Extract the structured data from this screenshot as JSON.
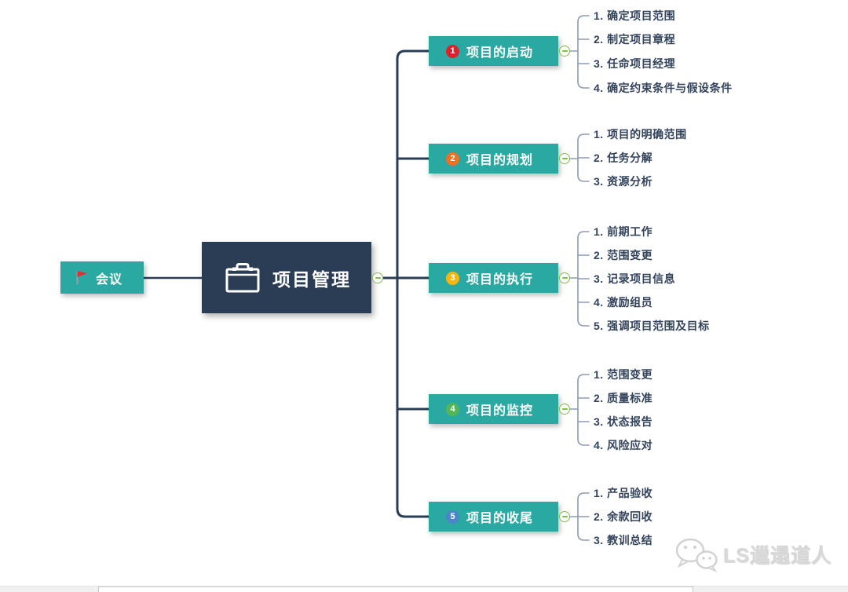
{
  "mindmap": {
    "meeting_node": {
      "label": "会议"
    },
    "root_node": {
      "label": "项目管理"
    },
    "branches": [
      {
        "number": "1",
        "label": "项目的启动",
        "badge_color": "#D9232E",
        "children": [
          "1. 确定项目范围",
          "2. 制定项目章程",
          "3. 任命项目经理",
          "4. 确定约束条件与假设条件"
        ]
      },
      {
        "number": "2",
        "label": "项目的规划",
        "badge_color": "#F26E22",
        "children": [
          "1. 项目的明确范围",
          "2. 任务分解",
          "3. 资源分析"
        ]
      },
      {
        "number": "3",
        "label": "项目的执行",
        "badge_color": "#FBB60D",
        "children": [
          "1. 前期工作",
          "2. 范围变更",
          "3. 记录项目信息",
          "4. 激励组员",
          "5. 强调项目范围及目标"
        ]
      },
      {
        "number": "4",
        "label": "项目的监控",
        "badge_color": "#53B556",
        "children": [
          "1. 范围变更",
          "2. 质量标准",
          "3. 状态报告",
          "4. 风险应对"
        ]
      },
      {
        "number": "5",
        "label": "项目的收尾",
        "badge_color": "#4A86C8",
        "children": [
          "1. 产品验收",
          "2. 余款回收",
          "3. 教训总结"
        ]
      }
    ],
    "colors": {
      "branch_fill": "#2AA9A2",
      "root_fill": "#2B3C55",
      "main_connector": "#2B3C55",
      "sub_connector": "#8E9BB3",
      "collapse_ring": "#82BE4B",
      "subtopic_text": "#33435C"
    }
  },
  "watermark": {
    "text": "LS邋遢道人"
  }
}
